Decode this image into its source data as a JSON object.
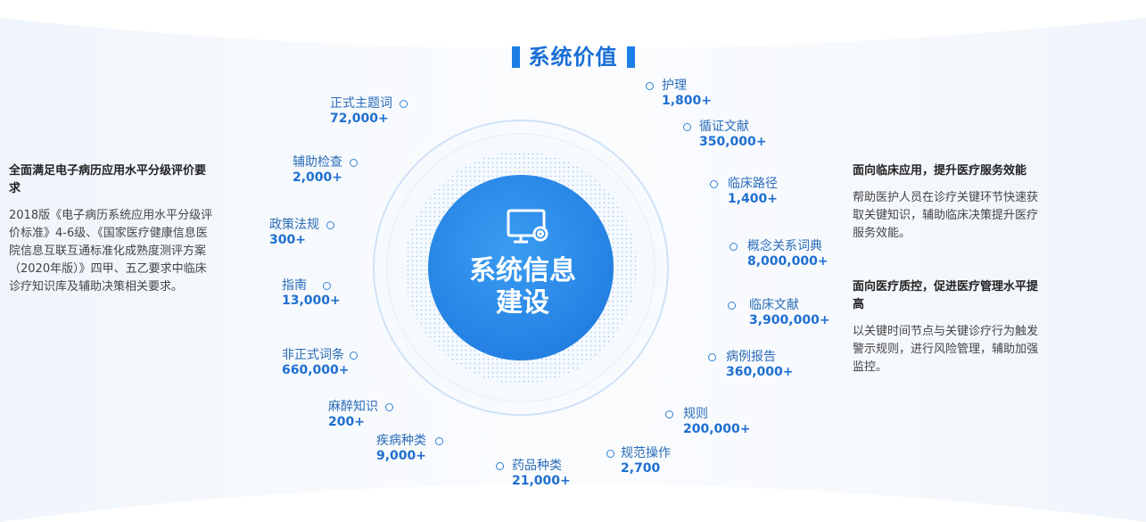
{
  "title": "系统价值",
  "center": {
    "line1": "系统信息",
    "line2": "建设",
    "icon": "monitor-gear-icon"
  },
  "left_panel": {
    "heading": "全面满足电子病历应用水平分级评价要求",
    "body": "2018版《电子病历系统应用水平分级评价标准》4-6级、《国家医疗健康信息医院信息互联互通标准化成熟度测评方案（2020年版）》四甲、五乙要求中临床诊疗知识库及辅助决策相关要求。"
  },
  "right_panel_1": {
    "heading": "面向临床应用，提升医疗服务效能",
    "body": "帮助医护人员在诊疗关键环节快速获取关键知识，辅助临床决策提升医疗服务效能。"
  },
  "right_panel_2": {
    "heading": "面向医疗质控，促进医疗管理水平提高",
    "body": "以关键时间节点与关键诊疗行为触发警示规则，进行风险管理，辅助加强监控。"
  },
  "nodes": [
    {
      "label": "正式主题词",
      "value": "72,000+"
    },
    {
      "label": "辅助检查",
      "value": "2,000+"
    },
    {
      "label": "政策法规",
      "value": "300+"
    },
    {
      "label": "指南",
      "value": "13,000+"
    },
    {
      "label": "非正式词条",
      "value": "660,000+"
    },
    {
      "label": "麻醉知识",
      "value": "200+"
    },
    {
      "label": "疾病种类",
      "value": "9,000+"
    },
    {
      "label": "药品种类",
      "value": "21,000+"
    },
    {
      "label": "规范操作",
      "value": "2,700"
    },
    {
      "label": "规则",
      "value": "200,000+"
    },
    {
      "label": "病例报告",
      "value": "360,000+"
    },
    {
      "label": "临床文献",
      "value": "3,900,000+"
    },
    {
      "label": "概念关系词典",
      "value": "8,000,000+"
    },
    {
      "label": "临床路径",
      "value": "1,400+"
    },
    {
      "label": "循证文献",
      "value": "350,000+"
    },
    {
      "label": "护理",
      "value": "1,800+"
    }
  ],
  "colors": {
    "primary": "#1a7fe6",
    "center": "#2a8be8",
    "text_blue": "#2b6cb8"
  }
}
